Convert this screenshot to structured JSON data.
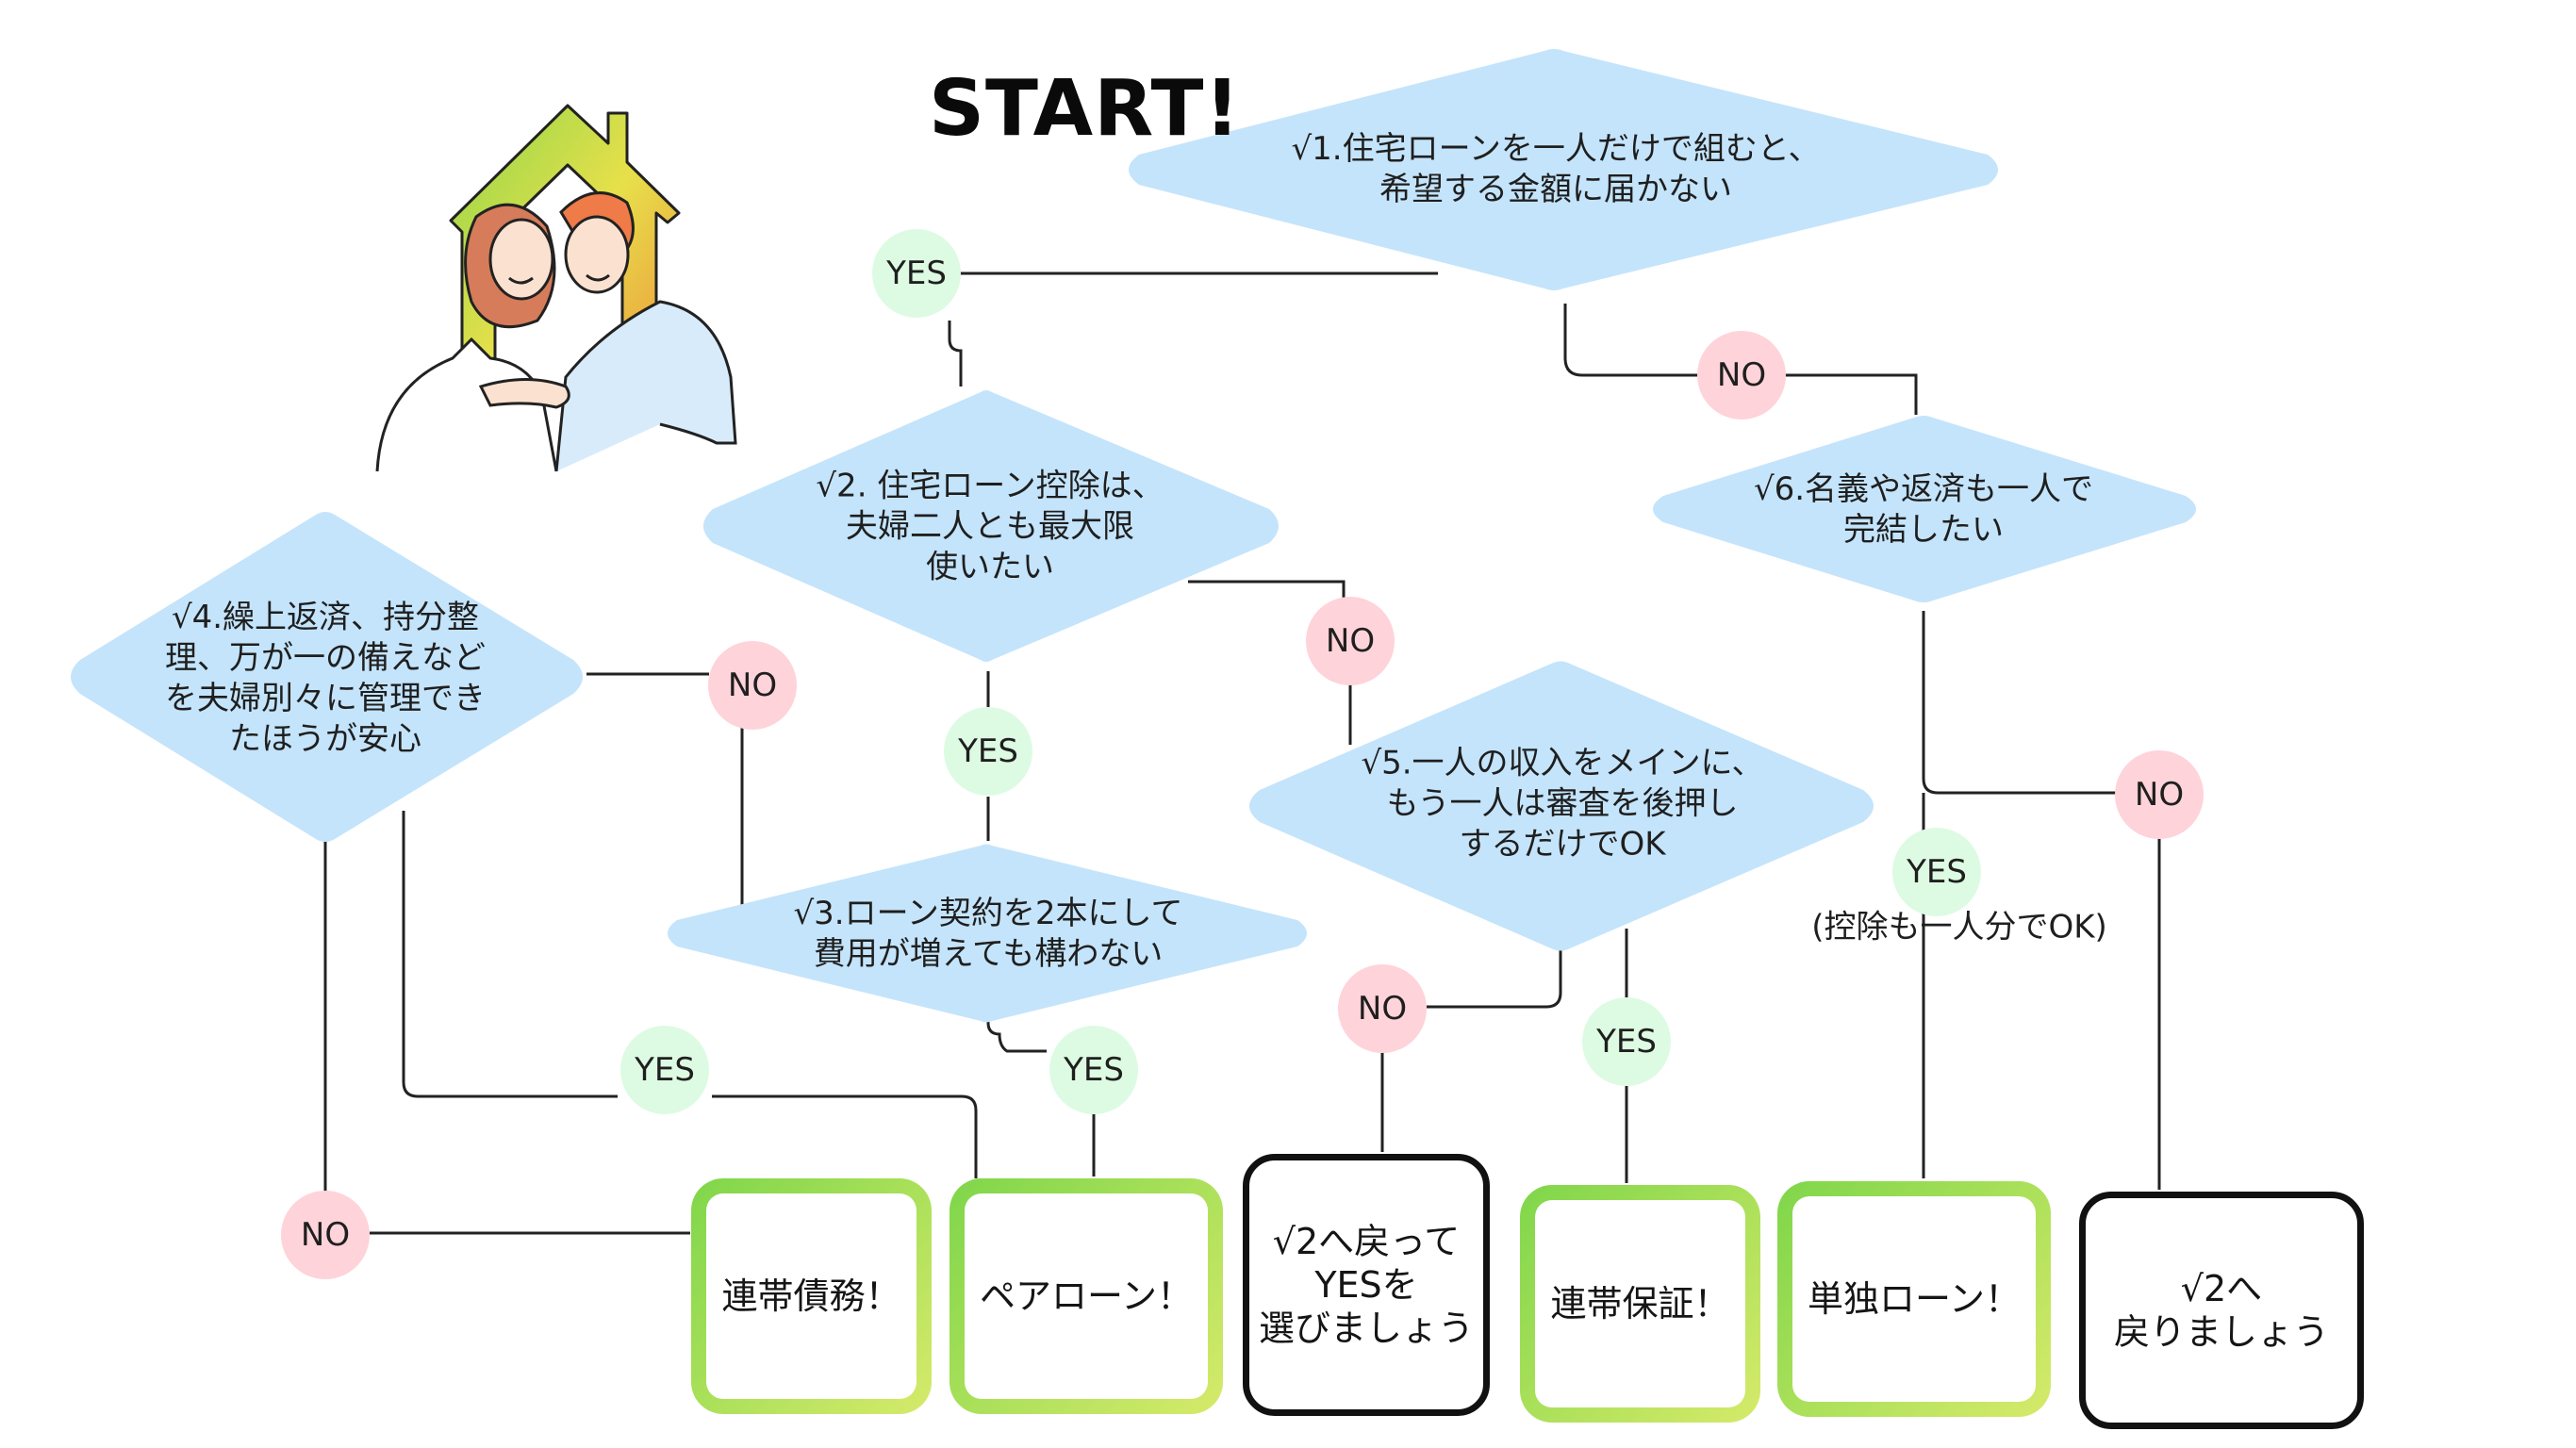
{
  "title": "START!",
  "diamonds": {
    "q1": "√1.住宅ローンを一人だけで組むと、\n希望する金額に届かない",
    "q2": "√2. 住宅ローン控除は、\n夫婦二人とも最大限\n使いたい",
    "q3": "√3.ローン契約を2本にして\n費用が増えても構わない",
    "q4": "√4.繰上返済、持分整\n理、万が一の備えなど\nを夫婦別々に管理でき\nたほうが安心",
    "q5": "√5.一人の収入をメインに、\nもう一人は審査を後押し\nするだけでOK",
    "q6": "√6.名義や返済も一人で\n完結したい"
  },
  "badges": {
    "yes": "YES",
    "no": "NO"
  },
  "note": "(控除も一人分でOK)",
  "results": {
    "rentai_saimu": "連帯債務！",
    "pair_loan": "ペアローン！",
    "back_to_2_yes": "√2へ戻って\nYESを\n選びましょう",
    "rentai_hosho": "連帯保証！",
    "tandoku_loan": "単独ローン！",
    "back_to_2": "√2へ\n戻りましょう"
  },
  "colors": {
    "diamond_fill": "#c4e4fb",
    "yes_fill": "#ddfbe2",
    "no_fill": "#ffd3da",
    "result_green_start": "#7fd64a",
    "result_green_end": "#d6ea6a",
    "line": "#222222"
  }
}
